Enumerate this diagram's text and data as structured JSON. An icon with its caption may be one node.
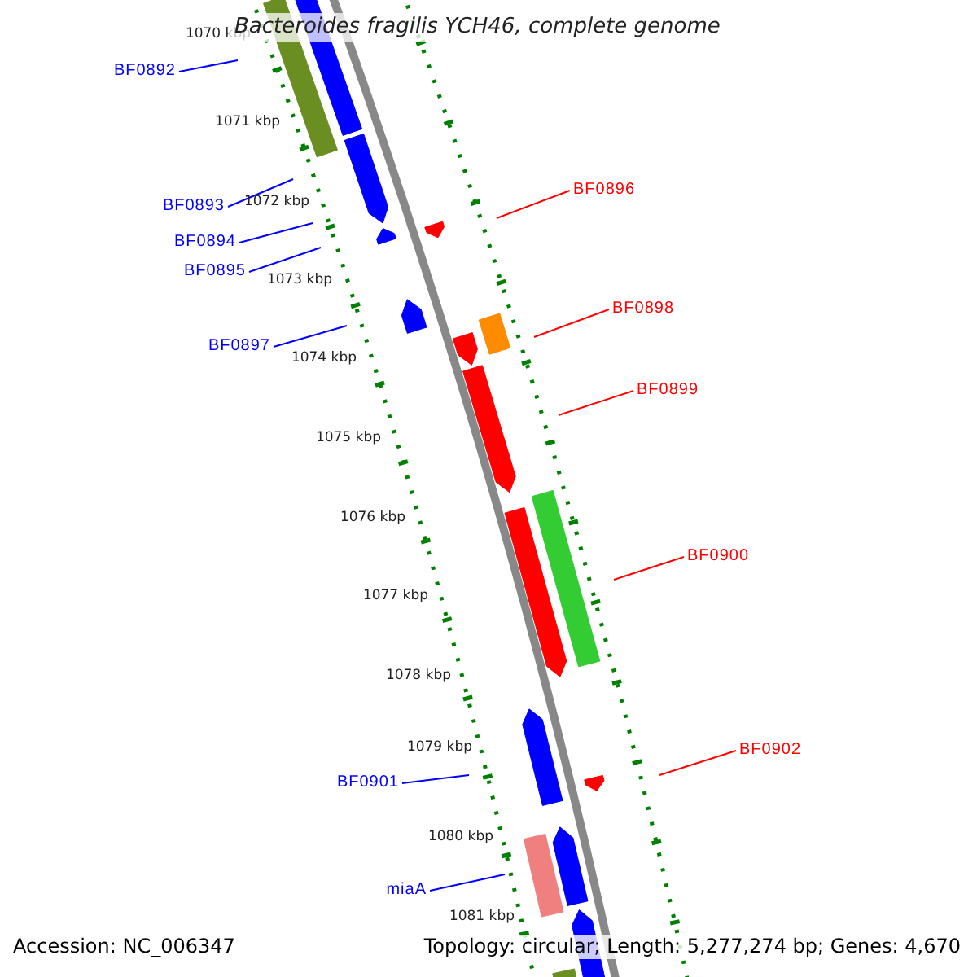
{
  "diagram": {
    "title": "Bacteroides fragilis YCH46, complete genome",
    "nodes": [
      {
        "text": [
          "BF0892"
        ]
      },
      {
        "text": [
          "BF0896"
        ]
      },
      {
        "text": [
          "BF0893"
        ]
      },
      {
        "text": [
          "BF0894"
        ]
      },
      {
        "text": [
          "BF0895"
        ]
      },
      {
        "text": [
          "BF0898"
        ]
      },
      {
        "text": [
          "BF0897"
        ]
      },
      {
        "text": [
          "BF0899"
        ]
      },
      {
        "text": [
          "BF0900"
        ]
      },
      {
        "text": [
          "BF0902"
        ]
      },
      {
        "text": [
          "BF0901"
        ]
      },
      {
        "text": [
          "miaA"
        ]
      },
      {
        "text": [],
        "shape": "bar"
      },
      {
        "text": [],
        "shape": "bar"
      },
      {
        "text": [],
        "shape": "pentagon"
      },
      {
        "text": [],
        "shape": "pentagon"
      },
      {
        "text": [],
        "shape": "pentagon"
      },
      {
        "text": [],
        "shape": "pentagon"
      },
      {
        "text": [],
        "shape": "bar"
      },
      {
        "text": [],
        "shape": "pentagon"
      },
      {
        "text": [],
        "shape": "pentagon"
      },
      {
        "text": [],
        "shape": "bar"
      },
      {
        "text": [],
        "shape": "pentagon"
      },
      {
        "text": [],
        "shape": "pentagon"
      },
      {
        "text": [],
        "shape": "pentagon"
      },
      {
        "text": [],
        "shape": "pentagon"
      },
      {
        "text": [],
        "shape": "bar"
      },
      {
        "text": [],
        "shape": "pentagon"
      },
      {
        "text": [],
        "shape": "bar"
      }
    ],
    "edges": [
      {
        "from": 0,
        "to": null,
        "arrow": "none"
      },
      {
        "from": 1,
        "to": null,
        "arrow": "none",
        "color": "#ff0000"
      },
      {
        "from": 2,
        "to": null,
        "arrow": "none"
      },
      {
        "from": 3,
        "to": null,
        "arrow": "none"
      },
      {
        "from": 4,
        "to": null,
        "arrow": "none"
      },
      {
        "from": 5,
        "to": null,
        "arrow": "none",
        "color": "#ff0000"
      },
      {
        "from": 6,
        "to": null,
        "arrow": "none"
      },
      {
        "from": 7,
        "to": null,
        "arrow": "none",
        "color": "#ff0000"
      },
      {
        "from": 8,
        "to": null,
        "arrow": "none",
        "color": "#ff0000"
      },
      {
        "from": 9,
        "to": null,
        "arrow": "none",
        "color": "#ff0000"
      },
      {
        "from": 10,
        "to": null,
        "arrow": "none"
      },
      {
        "from": 11,
        "to": null,
        "arrow": "none"
      }
    ],
    "labels": [
      "1070 kbp",
      "1071 kbp",
      "1072 kbp",
      "1073 kbp",
      "1074 kbp",
      "1075 kbp",
      "1076 kbp",
      "1077 kbp",
      "1078 kbp",
      "1079 kbp",
      "1080 kbp",
      "1081 kbp",
      "Accession: NC_006347",
      "Topology: circular; Length: 5,277,274 bp; Genes: 4,670"
    ]
  }
}
